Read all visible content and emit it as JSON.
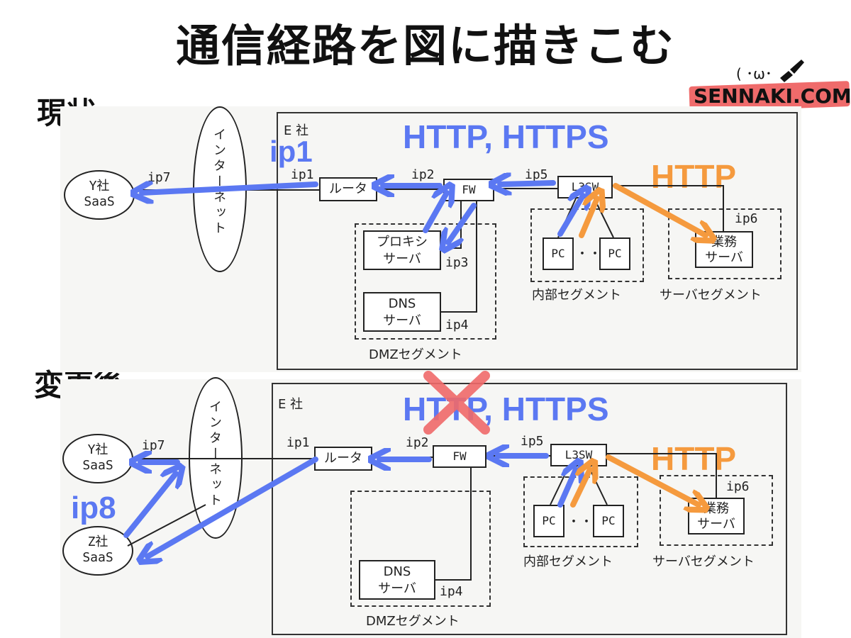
{
  "title": "通信経路を図に描きこむ",
  "logo": {
    "face": "( ･ω･",
    "text": "SENNAKI.COM"
  },
  "colors": {
    "blue": "#5b78f2",
    "orange": "#f59a3e",
    "red": "#f06a6a"
  },
  "current": {
    "heading": "現状",
    "company": "E 社",
    "internet": "インターネット",
    "saas_y": [
      "Y社",
      "SaaS"
    ],
    "router": "ルータ",
    "fw": "FW",
    "l3sw": "L3SW",
    "proxy": [
      "プロキシ",
      "サーバ"
    ],
    "dns": [
      "DNS",
      "サーバ"
    ],
    "pc": "PC",
    "ellipsis": "・・・",
    "business": [
      "業務",
      "サーバ"
    ],
    "ips": {
      "ip1": "ip1",
      "ip2": "ip2",
      "ip3": "ip3",
      "ip4": "ip4",
      "ip5": "ip5",
      "ip6": "ip6",
      "ip7": "ip7"
    },
    "segments": {
      "dmz": "DMZセグメント",
      "internal": "内部セグメント",
      "server": "サーバセグメント"
    },
    "annotations": {
      "http_https": "HTTP, HTTPS",
      "http": "HTTP",
      "ip1": "ip1"
    }
  },
  "after": {
    "heading": "変更後",
    "company": "E 社",
    "internet": "インターネット",
    "saas_y": [
      "Y社",
      "SaaS"
    ],
    "saas_z": [
      "Z社",
      "SaaS"
    ],
    "router": "ルータ",
    "fw": "FW",
    "l3sw": "L3SW",
    "dns": [
      "DNS",
      "サーバ"
    ],
    "pc": "PC",
    "ellipsis": "・・・",
    "business": [
      "業務",
      "サーバ"
    ],
    "ips": {
      "ip1": "ip1",
      "ip2": "ip2",
      "ip4": "ip4",
      "ip5": "ip5",
      "ip6": "ip6",
      "ip7": "ip7"
    },
    "segments": {
      "dmz": "DMZセグメント",
      "internal": "内部セグメント",
      "server": "サーバセグメント"
    },
    "annotations": {
      "http_https": "HTTP, HTTPS",
      "http": "HTTP",
      "ip8": "ip8"
    }
  }
}
